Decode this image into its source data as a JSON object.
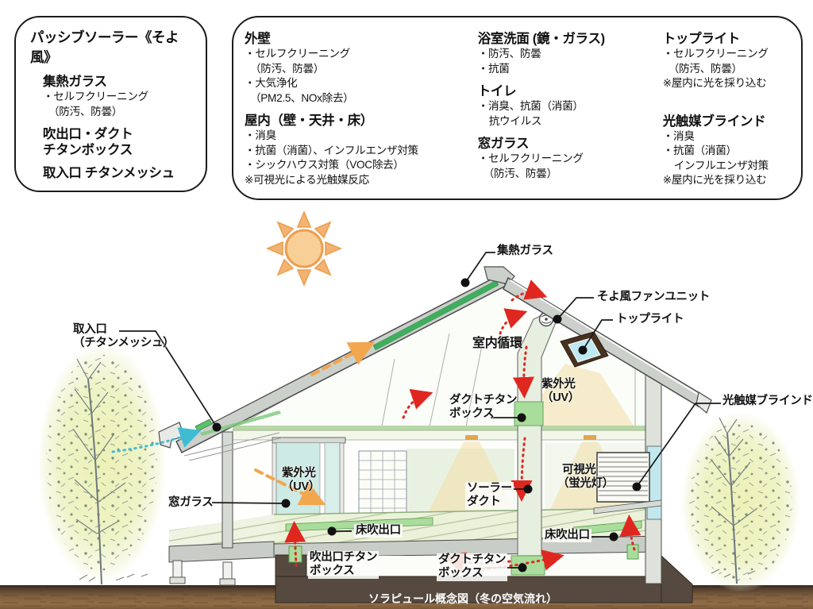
{
  "legend": {
    "box1": {
      "title": "パッシブソーラー《そよ風》",
      "s1_heading": "集熱ガラス",
      "s1_line1": "・セルフクリーニング",
      "s1_line2": "（防汚、防曇）",
      "s2_heading1": "吹出口・ダクト",
      "s2_heading2": "チタンボックス",
      "s3_heading": "取入口 チタンメッシュ"
    },
    "col_wall": {
      "h1": "外壁",
      "l1": "・セルフクリーニング",
      "l2": "（防汚、防曇）",
      "l3": "・大気浄化",
      "l4": "（PM2.5、NOx除去）",
      "h2": "屋内（壁・天井・床）",
      "l5": "・消臭",
      "l6": "・抗菌（消菌）、インフルエンザ対策",
      "l7": "・シックハウス対策（VOC除去）",
      "l8": "※可視光による光触媒反応"
    },
    "col_bath": {
      "h1": "浴室洗面 (鏡・ガラス)",
      "l1": "・防汚、防曇",
      "l2": "・抗菌",
      "h2": "トイレ",
      "l3": "・消臭、抗菌（消菌）",
      "l4": "抗ウイルス",
      "h3": "窓ガラス",
      "l5": "・セルフクリーニング",
      "l6": "（防汚、防曇）"
    },
    "col_toplight": {
      "h1": "トップライト",
      "l1": "・セルフクリーニング",
      "l2": "（防汚、防曇）",
      "l3": "※屋内に光を採り込む",
      "h2": "光触媒ブラインド",
      "l4": "・消臭",
      "l5": "・抗菌（消菌）",
      "l6": "インフルエンザ対策",
      "l7": "※屋内に光を採り込む"
    }
  },
  "diagram": {
    "labels": {
      "collector_glass": "集熱ガラス",
      "fan_unit": "そよ風ファンユニット",
      "toplight": "トップライト",
      "indoor_circulation": "室内循環",
      "uv_attic_1": "紫外光",
      "uv_attic_2": "（UV）",
      "duct_titan_upper_1": "ダクトチタン",
      "duct_titan_upper_2": "ボックス",
      "intake_1": "取入口",
      "intake_2": "（チタンメッシュ）",
      "window_glass": "窓ガラス",
      "uv_window_1": "紫外光",
      "uv_window_2": "（UV）",
      "floor_outlet_left": "床吹出口",
      "outlet_titan_1": "吹出口チタン",
      "outlet_titan_2": "ボックス",
      "solar_duct_1": "ソーラー",
      "solar_duct_2": "ダクト",
      "visible_light_1": "可視光",
      "visible_light_2": "（蛍光灯）",
      "floor_outlet_right": "床吹出口",
      "duct_titan_lower_1": "ダクトチタン",
      "duct_titan_lower_2": "ボックス",
      "photocatalyst_blind": "光触媒ブラインド"
    },
    "caption": "ソラピュール概念図（冬の空気流れ）"
  },
  "colors": {
    "collector_green": "#3fae5f",
    "titan_box_green": "#a9dd9b",
    "glass_cyan": "#cdeae4",
    "sun_orange": "#f0a85c",
    "airflow_red": "#e0271f",
    "intake_cyan": "#3fbcd4",
    "light_cone_yellow": "#f2dfa8",
    "ground_brown": "#7e5e3e",
    "foliage_green": "#ecf1b8"
  }
}
